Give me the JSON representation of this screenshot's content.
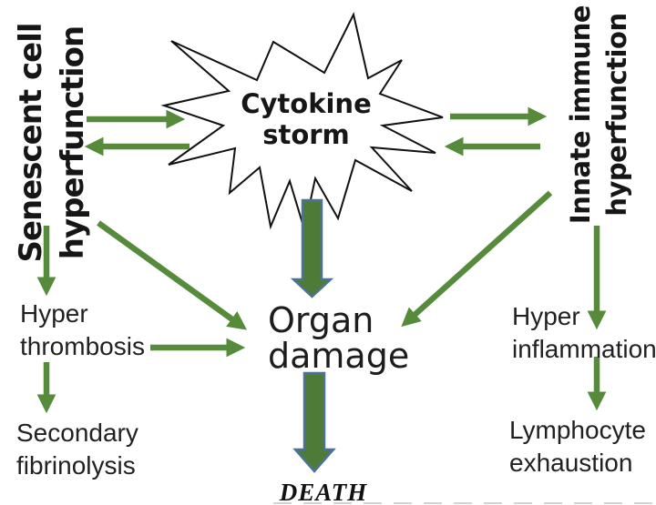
{
  "figure_type": "biomedical cause-effect diagram",
  "colors": {
    "background": "#ffffff",
    "thin_arrow_green": "#578b3c",
    "thick_arrow_fill_green": "#4e7c38",
    "thick_arrow_stroke_blue": "#4c7396",
    "burst_outline": "#111111",
    "text": "#1f1f1f"
  },
  "nodes": {
    "senescent": {
      "line1": "Senescent cell",
      "line2": "hyperfunction"
    },
    "cytokine": {
      "line1": "Cytokine",
      "line2": "storm"
    },
    "innate": {
      "line1": "Innate immune",
      "line2": "hyperfunction"
    },
    "hyper_thrombosis": {
      "line1": "Hyper",
      "line2": "thrombosis"
    },
    "organ_damage": {
      "line1": "Organ",
      "line2": "damage"
    },
    "hyper_inflammation": {
      "line1": "Hyper",
      "line2": "inflammation"
    },
    "secondary_fibrinolysis": {
      "line1": "Secondary",
      "line2": "fibrinolysis"
    },
    "lymphocyte_exhaustion": {
      "line1": "Lymphocyte",
      "line2": "exhaustion"
    },
    "death": {
      "label": "DEATH"
    }
  },
  "edges": [
    {
      "from": "senescent-cell-hyperfunction",
      "to": "cytokine-storm",
      "style": "thin-green"
    },
    {
      "from": "cytokine-storm",
      "to": "senescent-cell-hyperfunction",
      "style": "thin-green"
    },
    {
      "from": "cytokine-storm",
      "to": "innate-immune-hyperfunction",
      "style": "thin-green"
    },
    {
      "from": "innate-immune-hyperfunction",
      "to": "cytokine-storm",
      "style": "thin-green"
    },
    {
      "from": "cytokine-storm",
      "to": "organ-damage",
      "style": "thick-green-blue-outline"
    },
    {
      "from": "senescent-cell-hyperfunction",
      "to": "hyper-thrombosis",
      "style": "thin-green"
    },
    {
      "from": "senescent-cell-hyperfunction",
      "to": "organ-damage",
      "style": "thin-green"
    },
    {
      "from": "hyper-thrombosis",
      "to": "organ-damage",
      "style": "thin-green"
    },
    {
      "from": "hyper-thrombosis",
      "to": "secondary-fibrinolysis",
      "style": "thin-green"
    },
    {
      "from": "innate-immune-hyperfunction",
      "to": "organ-damage",
      "style": "thin-green"
    },
    {
      "from": "innate-immune-hyperfunction",
      "to": "hyper-inflammation",
      "style": "thin-green"
    },
    {
      "from": "hyper-inflammation",
      "to": "lymphocyte-exhaustion",
      "style": "thin-green"
    },
    {
      "from": "organ-damage",
      "to": "death",
      "style": "thick-green-blue-outline"
    }
  ]
}
